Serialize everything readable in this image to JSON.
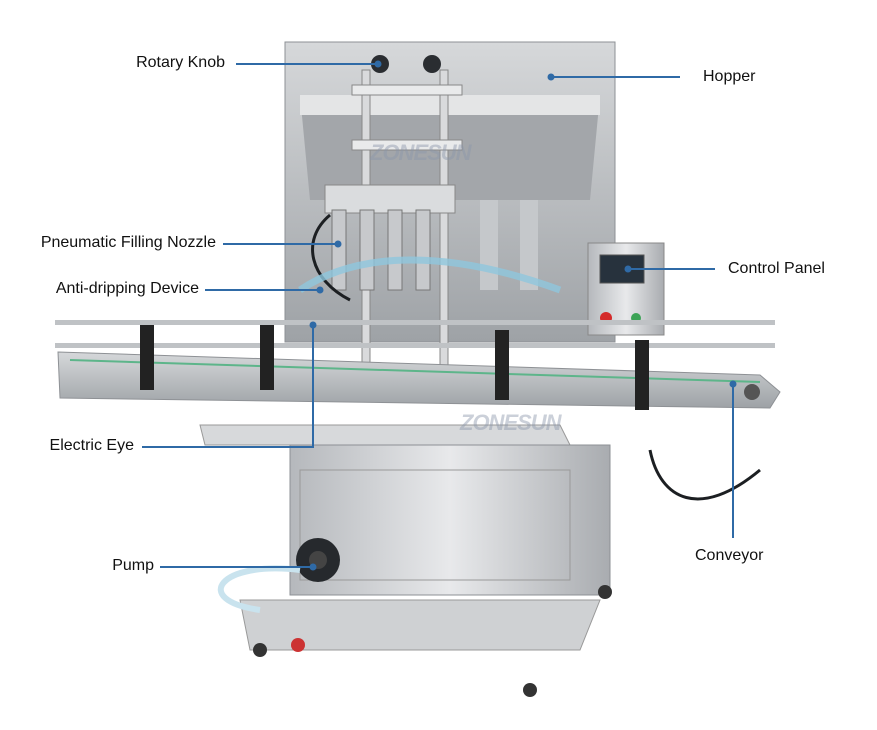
{
  "labels": {
    "rotary_knob": "Rotary Knob",
    "hopper": "Hopper",
    "pneumatic_filling_nozzle": "Pneumatic Filling Nozzle",
    "anti_dripping_device": "Anti-dripping Device",
    "control_panel": "Control Panel",
    "electric_eye": "Electric Eye",
    "conveyor": "Conveyor",
    "pump": "Pump"
  },
  "watermark": "ZONESUN",
  "colors": {
    "callout": "#2f6aa6",
    "steel": "#c9cbce",
    "tube": "#8fc7dd"
  }
}
